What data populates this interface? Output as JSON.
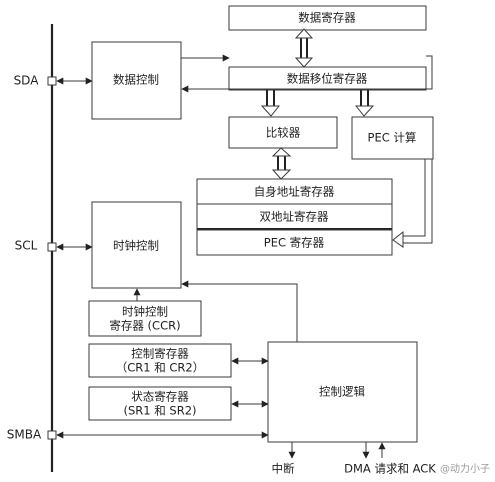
{
  "pins": {
    "sda": "SDA",
    "scl": "SCL",
    "smba": "SMBA"
  },
  "blocks": {
    "data_register": "数据寄存器",
    "data_control": "数据控制",
    "data_shift_register": "数据移位寄存器",
    "comparator": "比较器",
    "pec_calc": "PEC 计算",
    "own_address_register": "自身地址寄存器",
    "dual_address_register": "双地址寄存器",
    "pec_register": "PEC 寄存器",
    "clock_control": "时钟控制",
    "clock_control_register_line1": "时钟控制",
    "clock_control_register_line2": "寄存器 (CCR)",
    "control_register_line1": "控制寄存器",
    "control_register_line2": "（CR1 和 CR2）",
    "status_register_line1": "状态寄存器",
    "status_register_line2": "(SR1 和 SR2)",
    "control_logic": "控制逻辑"
  },
  "outputs": {
    "interrupt": "中断",
    "dma": "DMA 请求和 ACK"
  },
  "watermark": "@动力小子"
}
